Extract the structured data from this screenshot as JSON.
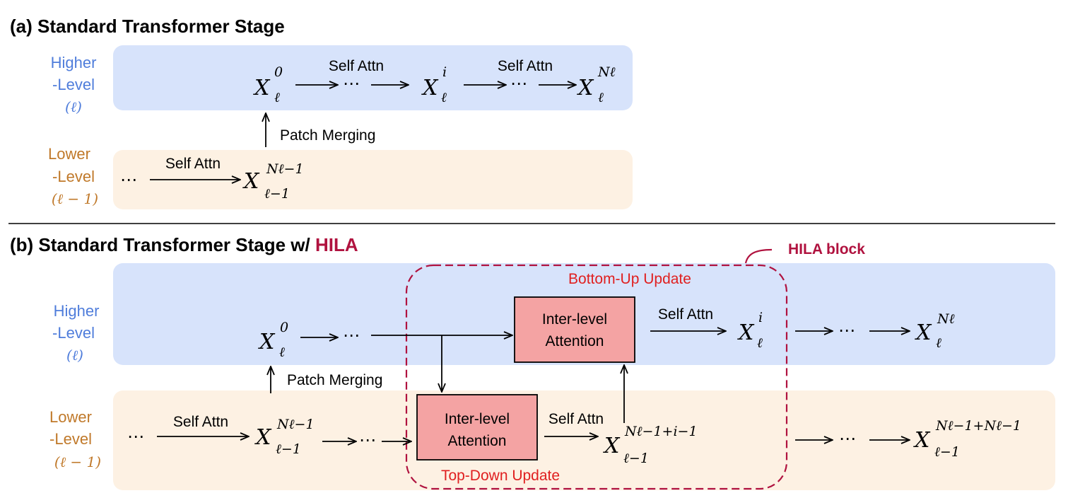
{
  "panel_a": {
    "title": "(a) Standard Transformer Stage",
    "higher_level": {
      "line1": "Higher",
      "line2": "-Level",
      "line3": "(ℓ)"
    },
    "lower_level": {
      "line1": "Lower",
      "line2": "-Level",
      "line3": "(ℓ − 1)"
    },
    "edges": {
      "self_attn_1": "Self Attn",
      "self_attn_2": "Self Attn",
      "patch_merging": "Patch Merging",
      "self_attn_lower": "Self Attn"
    },
    "nodes": {
      "x0": {
        "base": "X",
        "sup": "0",
        "sub": "ℓ"
      },
      "xi": {
        "base": "X",
        "sup": "i",
        "sub": "ℓ"
      },
      "xN": {
        "base": "X",
        "sup": "Nℓ",
        "sub": "ℓ"
      },
      "xlow": {
        "base": "X",
        "sup": "Nℓ−1",
        "sub": "ℓ−1"
      },
      "dots": "⋯"
    }
  },
  "panel_b": {
    "title_main": "(b) Standard Transformer Stage w/ ",
    "title_highlight": "HILA",
    "higher_level": {
      "line1": "Higher",
      "line2": "-Level",
      "line3": "(ℓ)"
    },
    "lower_level": {
      "line1": "Lower",
      "line2": "-Level",
      "line3": "(ℓ − 1)"
    },
    "hila_block_label": "HILA block",
    "bottom_up_label": "Bottom-Up Update",
    "top_down_label": "Top-Down Update",
    "inter_level_box_top": {
      "line1": "Inter-level",
      "line2": "Attention"
    },
    "inter_level_box_bottom": {
      "line1": "Inter-level",
      "line2": "Attention"
    },
    "edges": {
      "patch_merging": "Patch Merging",
      "self_attn_upper": "Self Attn",
      "self_attn_lower_1": "Self Attn",
      "self_attn_lower_2": "Self Attn"
    },
    "nodes": {
      "x0": {
        "base": "X",
        "sup": "0",
        "sub": "ℓ"
      },
      "xi": {
        "base": "X",
        "sup": "i",
        "sub": "ℓ"
      },
      "xN": {
        "base": "X",
        "sup": "Nℓ",
        "sub": "ℓ"
      },
      "xlow": {
        "base": "X",
        "sup": "Nℓ−1",
        "sub": "ℓ−1"
      },
      "xlow_i": {
        "base": "X",
        "sup": "Nℓ−1+i−1",
        "sub": "ℓ−1"
      },
      "xlow_end": {
        "base": "X",
        "sup": "Nℓ−1+Nℓ−1",
        "sub": "ℓ−1"
      },
      "dots": "⋯"
    }
  },
  "colors": {
    "higher_band": "#d7e3fb",
    "lower_band": "#fdf1e3",
    "higher_label": "#4f7ddb",
    "lower_label": "#c0792a",
    "hila_accent": "#b0123f",
    "update_label": "#e02020",
    "attention_box": "#f4a3a3"
  }
}
